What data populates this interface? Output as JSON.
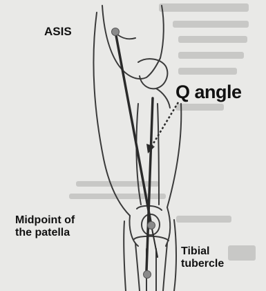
{
  "figure": {
    "labels": {
      "asis": "ASIS",
      "q_angle": "Q angle",
      "midpoint_patella_line1": "Midpoint of",
      "midpoint_patella_line2": "the patella",
      "tibial_line1": "Tibial",
      "tibial_line2": "tubercle"
    },
    "colors": {
      "background": "#e9e9e7",
      "outline": "#3a3a3a",
      "axis_line": "#2a2a2a",
      "landmark_point": "#8a8a8a",
      "label_text": "#111111"
    }
  }
}
